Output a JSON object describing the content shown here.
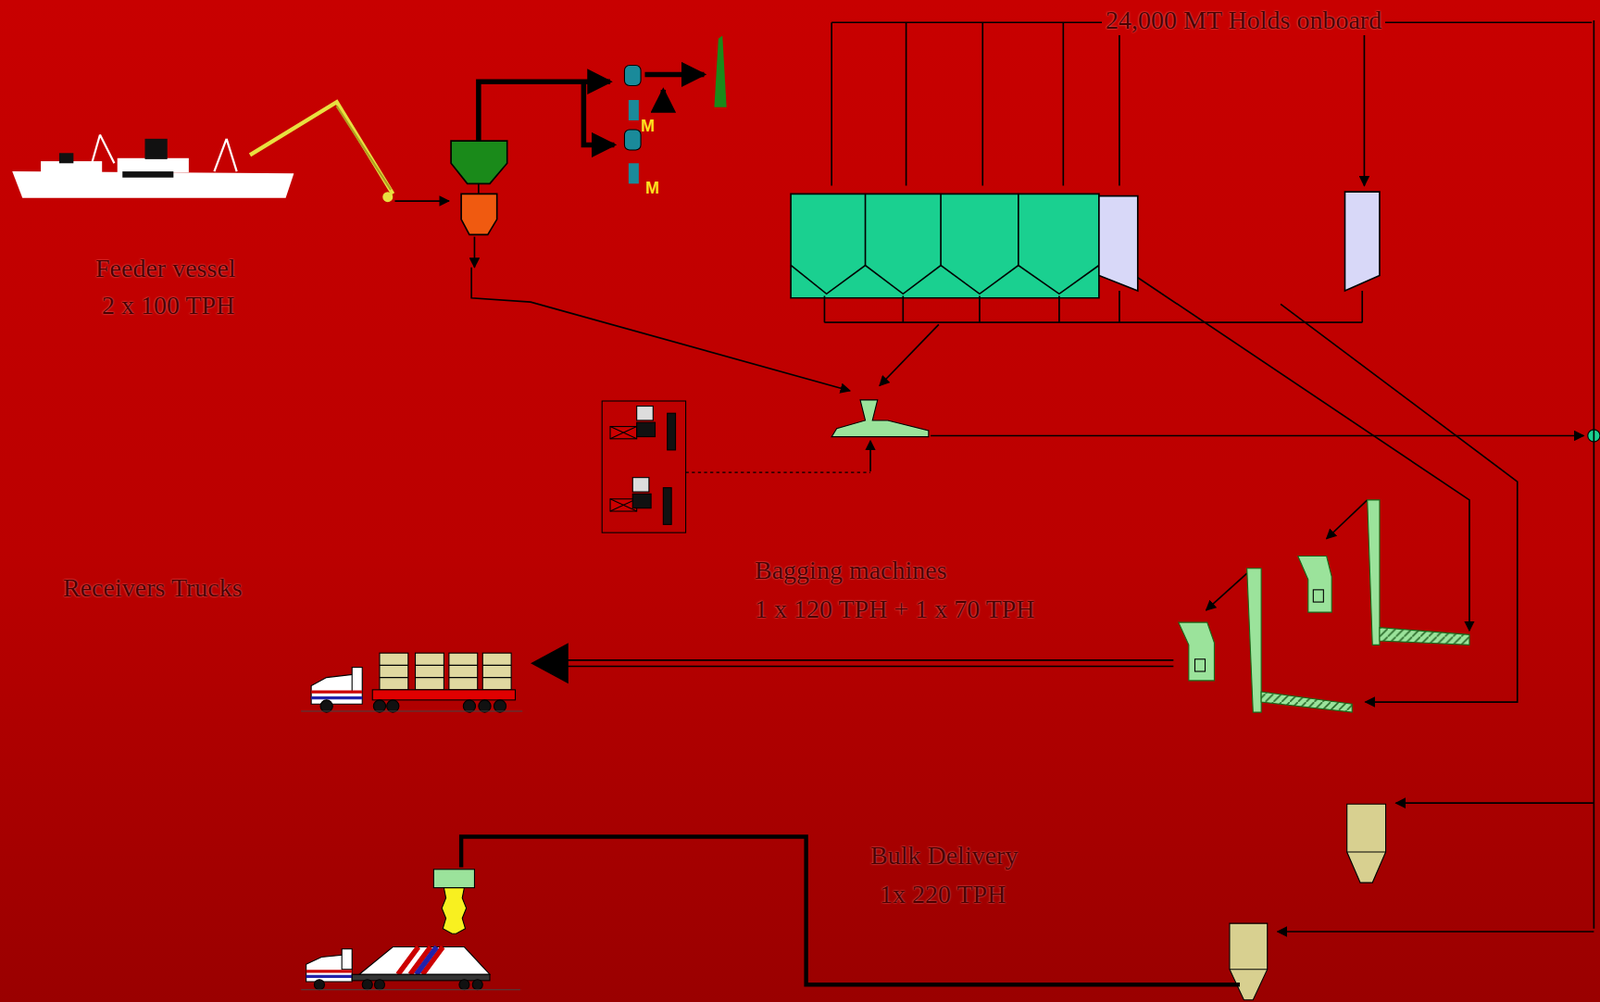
{
  "diagram": {
    "labels": [
      "24,000 MT Holds onboard",
      "Feeder vessel",
      "2 x 100 TPH",
      "M",
      "M",
      "Receivers Trucks",
      "Bagging machines",
      "1 x 120 TPH + 1 x 70 TPH",
      "Bulk Delivery",
      "1x 220 TPH"
    ]
  }
}
